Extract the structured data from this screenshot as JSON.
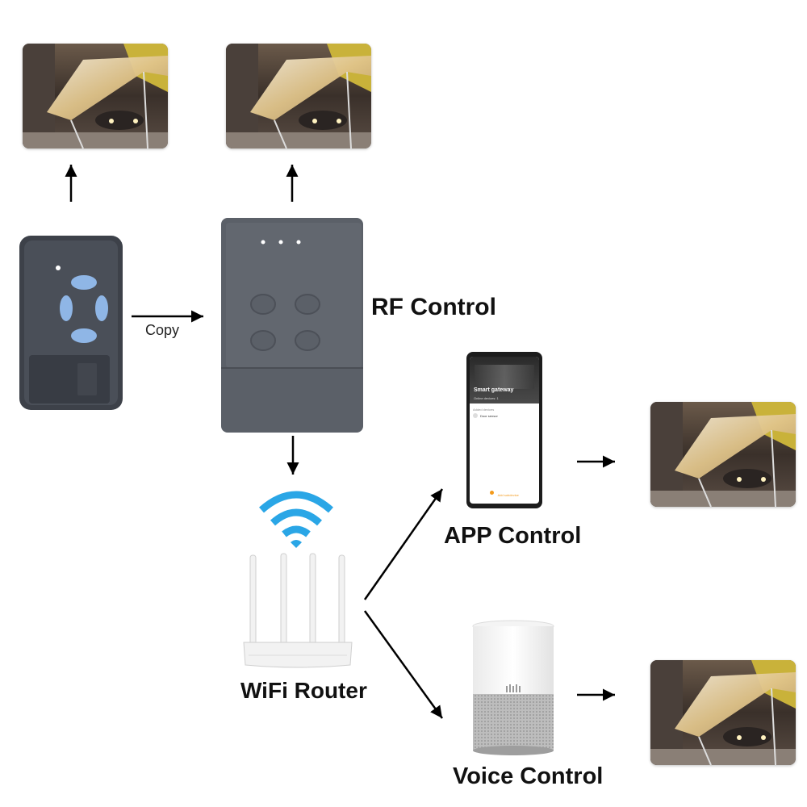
{
  "labels": {
    "rf_control": "RF Control",
    "copy": "Copy",
    "app_control": "APP Control",
    "wifi_router": "WiFi Router",
    "voice_control": "Voice Control"
  },
  "phone": {
    "title": "Smart gateway",
    "subtitle": "Online devices: 1",
    "section": "Added devices",
    "device": "Door sensor",
    "footer": "Add subdevice"
  },
  "colors": {
    "wifi_blue": "#2aa6e6",
    "remote_button_blue": "#8fb6e6",
    "device_body": "#5b6068",
    "arrow": "#000000"
  },
  "icons": [
    "garage-door-image",
    "remote-control",
    "rf-gateway-device",
    "wifi-icon",
    "wifi-router",
    "smartphone",
    "smart-speaker"
  ]
}
